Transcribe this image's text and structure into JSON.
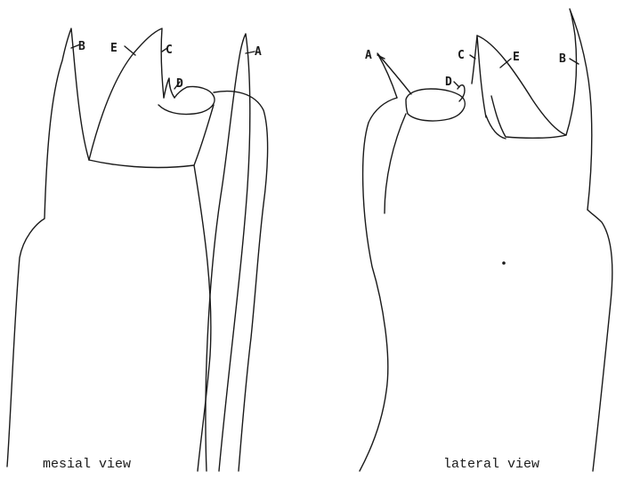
{
  "figure": {
    "mesial": {
      "caption": "mesial view",
      "labels": {
        "A": "A",
        "B": "B",
        "C": "C",
        "D": "D",
        "E": "E"
      }
    },
    "lateral": {
      "caption": "lateral view",
      "labels": {
        "A": "A",
        "B": "B",
        "C": "C",
        "D": "D",
        "E": "E"
      }
    }
  },
  "colors": {
    "ink": "#1a1a1a",
    "paper": "#ffffff"
  }
}
